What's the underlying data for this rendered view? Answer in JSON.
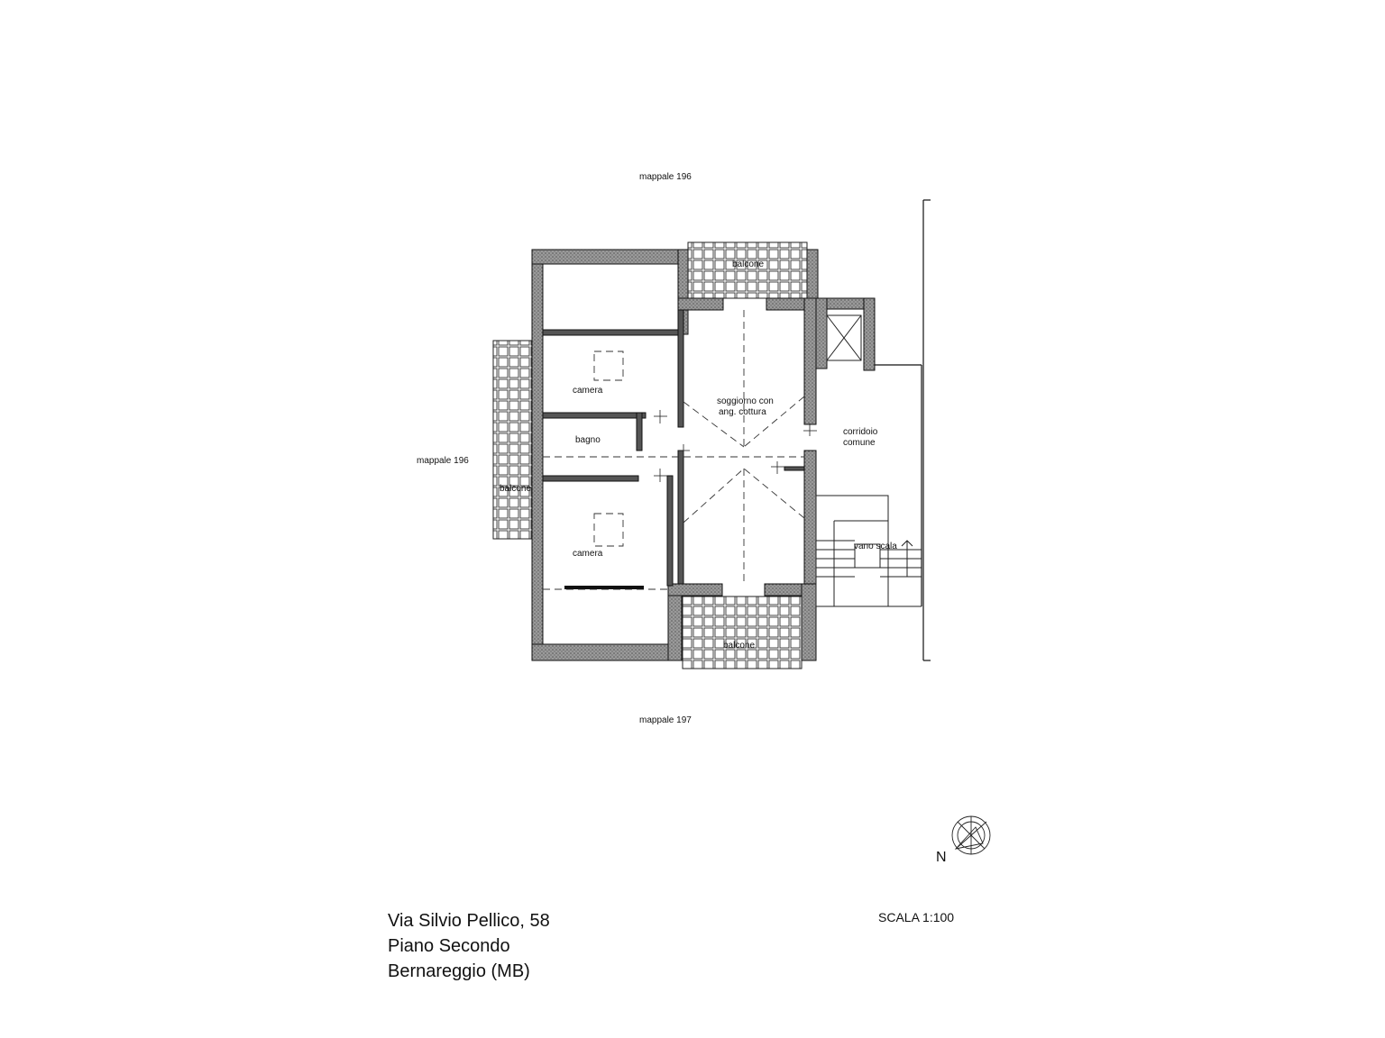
{
  "parcels": {
    "top": "mappale 196",
    "left": "mappale 196",
    "bottom": "mappale 197"
  },
  "rooms": {
    "balcone_top": "balcone",
    "balcone_left": "balcone",
    "balcone_bottom": "balcone",
    "camera_top": "camera",
    "camera_bottom": "camera",
    "bagno": "bagno",
    "soggiorno_line1": "soggiorno con",
    "soggiorno_line2": "ang. cottura",
    "corridoio_line1": "corridoio",
    "corridoio_line2": "comune",
    "vano_scala": "vano scala"
  },
  "title": {
    "address": "Via Silvio Pellico, 58",
    "floor": "Piano Secondo",
    "city": "Bernareggio (MB)"
  },
  "scale": "SCALA 1:100",
  "compass": {
    "letter": "N",
    "icon": "compass-rose-icon"
  },
  "colors": {
    "wall_fill": "#8a8a8a",
    "line": "#111111",
    "background": "#ffffff"
  }
}
